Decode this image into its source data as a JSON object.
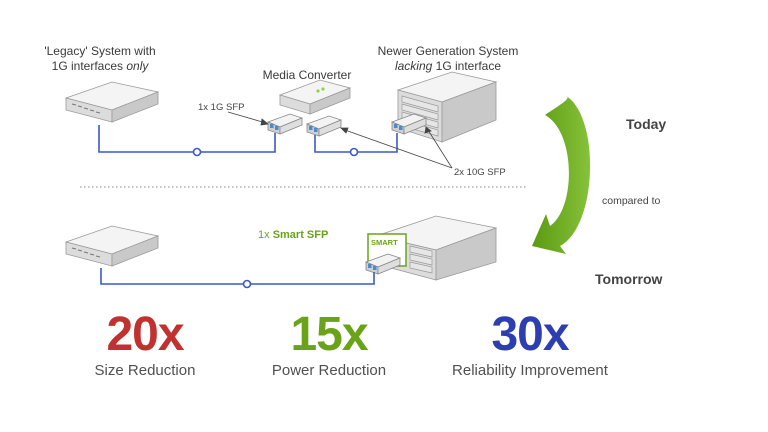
{
  "today": {
    "legacy_label_line1": "'Legacy' System with",
    "legacy_label_line2_prefix": "1G interfaces ",
    "legacy_label_line2_italic": "only",
    "media_converter_label": "Media Converter",
    "newer_label_line1": "Newer Generation System",
    "newer_label_line2_italic": "lacking",
    "newer_label_line2_suffix": " 1G interface",
    "sfp_1g_label": "1x 1G SFP",
    "sfp_10g_label": "2x 10G SFP",
    "side_label": "Today"
  },
  "compared_label": "compared to",
  "tomorrow": {
    "smart_sfp_prefix": "1x ",
    "smart_sfp_bold": "Smart SFP",
    "smart_badge": "SMART",
    "side_label": "Tomorrow"
  },
  "stats": [
    {
      "value": "20x",
      "caption": "Size Reduction",
      "color": "#c0312f"
    },
    {
      "value": "15x",
      "caption": "Power Reduction",
      "color": "#6aa319"
    },
    {
      "value": "30x",
      "caption": "Reliability Improvement",
      "color": "#2d3fb0"
    }
  ],
  "colors": {
    "link": "#3b59c7",
    "arrow": "#6aa319",
    "device": "#e9e9e9"
  }
}
